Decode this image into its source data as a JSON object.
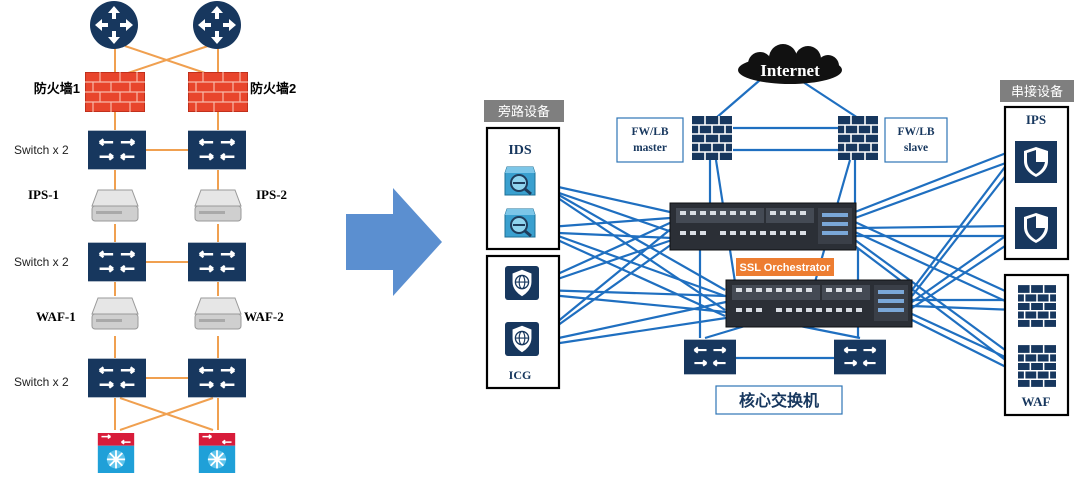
{
  "left": {
    "firewall_1": "防火墙1",
    "firewall_2": "防火墙2",
    "switch_row_1": "Switch x 2",
    "ips_1": "IPS-1",
    "ips_2": "IPS-2",
    "switch_row_2": "Switch x 2",
    "waf_1": "WAF-1",
    "waf_2": "WAF-2",
    "switch_row_3": "Switch x 2"
  },
  "right": {
    "internet": "Internet",
    "fw_lb_master_line1": "FW/LB",
    "fw_lb_master_line2": "master",
    "fw_lb_slave_line1": "FW/LB",
    "fw_lb_slave_line2": "slave",
    "bypass_header": "旁路设备",
    "ids": "IDS",
    "icg": "ICG",
    "inline_header": "串接设备",
    "ips": "IPS",
    "waf": "WAF",
    "ssl_orchestrator": "SSL Orchestrator",
    "core_switch": "核心交换机"
  },
  "colors": {
    "navy": "#17375e",
    "orange_link": "#f0a050",
    "blue_link": "#1f6fc0",
    "arrow": "#5b8fd0",
    "firewall_red": "#e8452c",
    "ssl_orange": "#ed7d31"
  }
}
